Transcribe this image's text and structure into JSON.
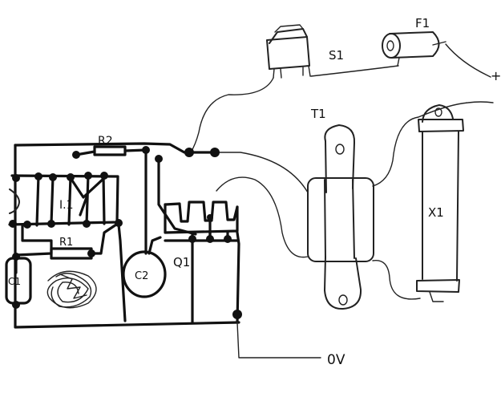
{
  "labels": {
    "switch": "S1",
    "fuse": "F1",
    "plus": "+",
    "transformer": "T1",
    "tube": "X1",
    "r2": "R2",
    "ic": "I.1",
    "r1": "R1",
    "c1": "C1",
    "c2": "C2",
    "q1": "Q1",
    "zero_volt": "0V"
  }
}
